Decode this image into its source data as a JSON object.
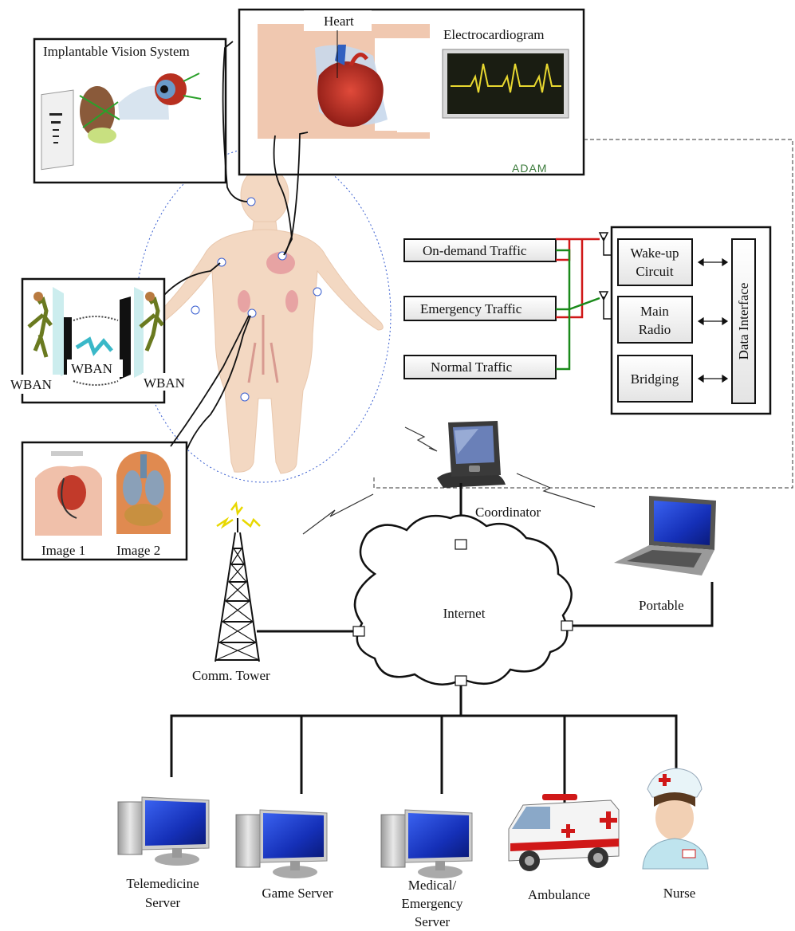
{
  "panels": {
    "vision": {
      "title": "Implantable Vision System"
    },
    "heart": {
      "heart_label": "Heart",
      "ecg_label": "Electrocardiogram",
      "brand": "ADAM"
    },
    "wban": {
      "label_left": "WBAN",
      "label_center": "WBAN",
      "label_right": "WBAN"
    },
    "images": {
      "caption_1": "Image 1",
      "caption_2": "Image 2"
    }
  },
  "traffic": {
    "on_demand": "On-demand Traffic",
    "emergency": "Emergency Traffic",
    "normal": "Normal Traffic"
  },
  "radio_module": {
    "wakeup_line1": "Wake-up",
    "wakeup_line2": "Circuit",
    "main_line1": "Main",
    "main_line2": "Radio",
    "bridging": "Bridging",
    "data_interface": "Data Interface"
  },
  "network": {
    "coordinator": "Coordinator",
    "internet": "Internet",
    "tower": "Comm. Tower",
    "portable": "Portable"
  },
  "endpoints": {
    "telemedicine_line1": "Telemedicine",
    "telemedicine_line2": "Server",
    "game": "Game Server",
    "medical_line1": "Medical/",
    "medical_line2": "Emergency",
    "medical_line3": "Server",
    "ambulance": "Ambulance",
    "nurse": "Nurse"
  },
  "colors": {
    "traffic_red": "#d01818",
    "traffic_green": "#1a8a1a",
    "body_skin": "#f3d8c2",
    "organ": "#e7a3a3",
    "monitor_blue": "#1f3fd0",
    "box_fill": "#f2f2f2"
  }
}
